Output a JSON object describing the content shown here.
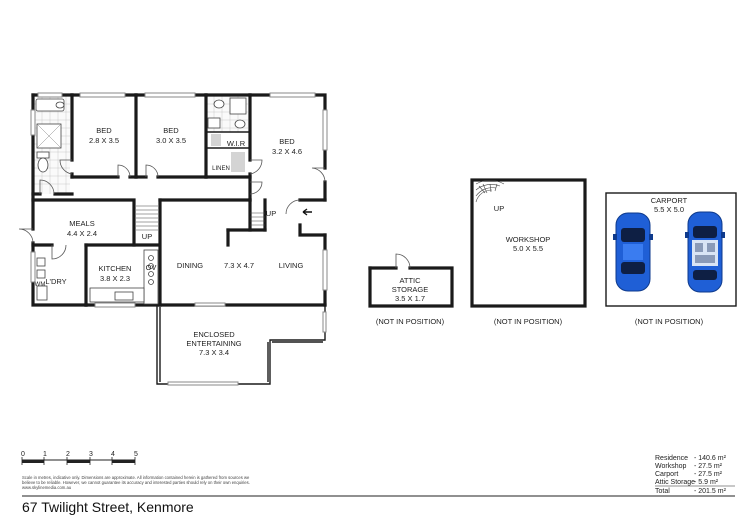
{
  "rooms": {
    "bed1": {
      "name": "BED",
      "dims": "2.8 X 3.5"
    },
    "bed2": {
      "name": "BED",
      "dims": "3.0 X 3.5"
    },
    "bed3": {
      "name": "BED",
      "dims": "3.2 X 4.6"
    },
    "wir": "W.I.R",
    "linen": "LINEN",
    "meals": {
      "name": "MEALS",
      "dims": "4.4 X 2.4"
    },
    "kitchen": {
      "name": "KITCHEN",
      "dims": "3.8 X 2.3"
    },
    "ov": "OV",
    "ldry": "L'DRY",
    "wm": "WM",
    "dining": "DINING",
    "living_dims": "7.3 X 4.7",
    "living": "LIVING",
    "up1": "UP",
    "up2": "UP",
    "enclosed": {
      "line1": "ENCLOSED",
      "line2": "ENTERTAINING",
      "dims": "7.3 X 3.4"
    },
    "attic": {
      "line1": "ATTIC",
      "line2": "STORAGE",
      "dims": "3.5 X 1.7"
    },
    "workshop": {
      "name": "WORKSHOP",
      "dims": "5.0 X 5.5",
      "up": "UP"
    },
    "carport": {
      "name": "CARPORT",
      "dims": "5.5 X 5.0"
    }
  },
  "notes": {
    "attic": "(NOT IN POSITION)",
    "workshop": "(NOT IN POSITION)",
    "carport": "(NOT IN POSITION)"
  },
  "scale": {
    "ticks": [
      "0",
      "1",
      "2",
      "3",
      "4",
      "5"
    ],
    "disclaimer_line1": "Scale in metres, indicative only. Dimensions are approximate. All information contained herein is gathered from sources we",
    "disclaimer_line2": "believe to be reliable. However, we cannot guarantee its accuracy and interested parties should rely on their own enquiries.",
    "website": "www.skylinemedia.com.au"
  },
  "areas": [
    {
      "label": "Residence",
      "value": "- 140.6 m²"
    },
    {
      "label": "Workshop",
      "value": "- 27.5 m²"
    },
    {
      "label": "Carport",
      "value": "- 27.5 m²"
    },
    {
      "label": "Attic Storage",
      "value": "- 5.9 m²"
    },
    {
      "label": "Total",
      "value": "- 201.5 m²"
    }
  ],
  "address": "67 Twilight Street, Kenmore",
  "colors": {
    "car": "#1f5fd6",
    "car_dark": "#0e3a8c",
    "wall": "#1a1a1a"
  }
}
